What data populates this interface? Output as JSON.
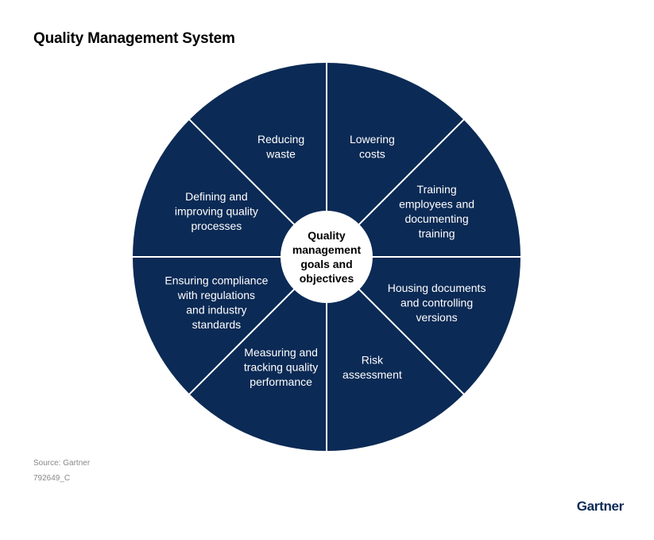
{
  "title": "Quality Management System",
  "colors": {
    "segment": "#0b2a55",
    "divider": "#ffffff",
    "hub": "#ffffff",
    "brand": "#0b2a55"
  },
  "center": {
    "lines": [
      "Quality",
      "management",
      "goals and",
      "objectives"
    ]
  },
  "segments": [
    {
      "lines": [
        "Lowering",
        "costs"
      ]
    },
    {
      "lines": [
        "Training",
        "employees and",
        "documenting",
        "training"
      ]
    },
    {
      "lines": [
        "Housing documents",
        "and controlling",
        "versions"
      ]
    },
    {
      "lines": [
        "Risk",
        "assessment"
      ]
    },
    {
      "lines": [
        "Measuring and",
        "tracking quality",
        "performance"
      ]
    },
    {
      "lines": [
        "Ensuring compliance",
        "with regulations",
        "and industry",
        "standards"
      ]
    },
    {
      "lines": [
        "Defining and",
        "improving quality",
        "processes"
      ]
    },
    {
      "lines": [
        "Reducing",
        "waste"
      ]
    }
  ],
  "source": "Source: Gartner",
  "figure_id": "792649_C",
  "brand": "Gartner"
}
